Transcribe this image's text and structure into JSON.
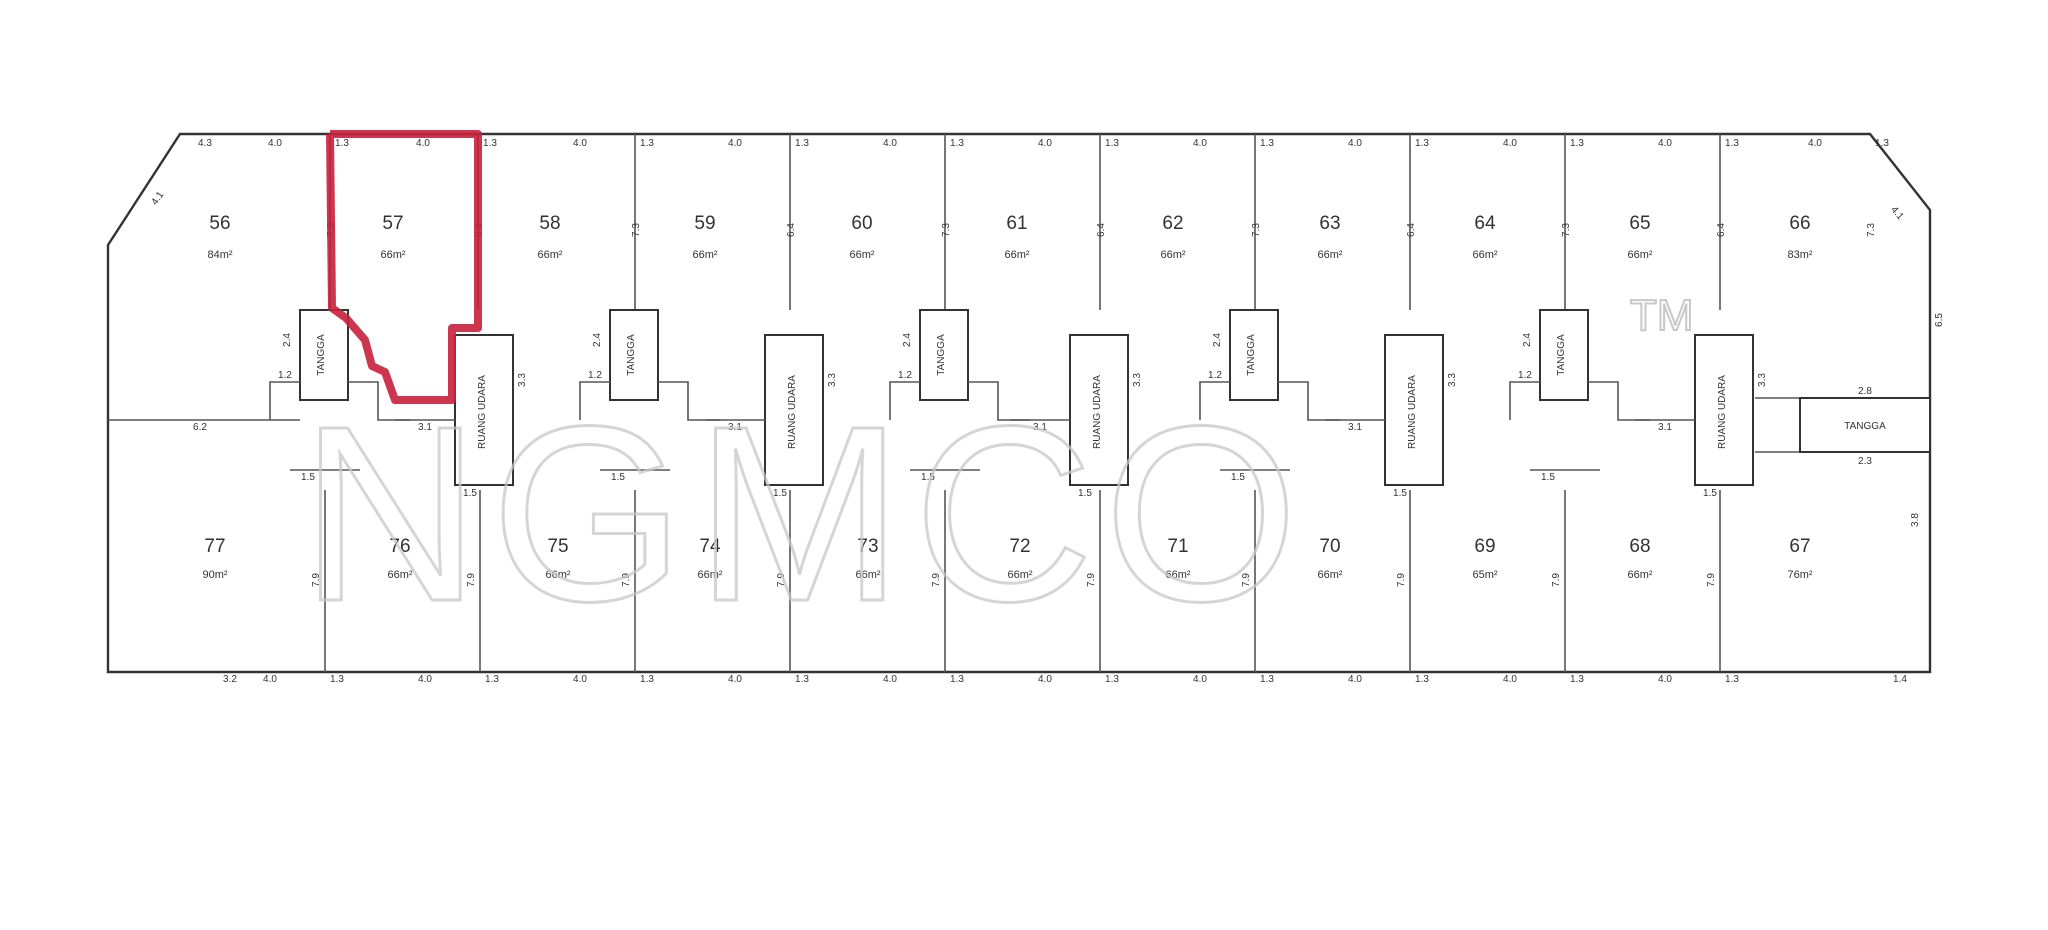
{
  "watermark": {
    "text": "NGMCO",
    "tm": "TM"
  },
  "highlight": {
    "unit": "57",
    "color": "#c8203c"
  },
  "top_units": [
    {
      "num": "56",
      "area": "84m²"
    },
    {
      "num": "57",
      "area": "66m²"
    },
    {
      "num": "58",
      "area": "66m²"
    },
    {
      "num": "59",
      "area": "66m²"
    },
    {
      "num": "60",
      "area": "66m²"
    },
    {
      "num": "61",
      "area": "66m²"
    },
    {
      "num": "62",
      "area": "66m²"
    },
    {
      "num": "63",
      "area": "66m²"
    },
    {
      "num": "64",
      "area": "66m²"
    },
    {
      "num": "65",
      "area": "66m²"
    },
    {
      "num": "66",
      "area": "83m²"
    }
  ],
  "bottom_units": [
    {
      "num": "77",
      "area": "90m²"
    },
    {
      "num": "76",
      "area": "66m²"
    },
    {
      "num": "75",
      "area": "66m²"
    },
    {
      "num": "74",
      "area": "66m²"
    },
    {
      "num": "73",
      "area": "66m²"
    },
    {
      "num": "72",
      "area": "66m²"
    },
    {
      "num": "71",
      "area": "66m²"
    },
    {
      "num": "70",
      "area": "66m²"
    },
    {
      "num": "69",
      "area": "65m²"
    },
    {
      "num": "68",
      "area": "66m²"
    },
    {
      "num": "67",
      "area": "76m²"
    }
  ],
  "labels": {
    "stairs": "TANGGA",
    "air_well": "RUANG UDARA"
  },
  "dimensions": {
    "unit_width": "4.0",
    "column": "1.3",
    "pillar": "1.4",
    "wall_depth_top": "7.3",
    "wall_depth_alt": "6.4",
    "bottom_depth": "7.9",
    "corridor": "3.1",
    "stair_width": "2.4",
    "air_well_depth": "3.3",
    "step": "1.2",
    "core": "1.5",
    "corner": "4.1",
    "right_wall": "6.5",
    "right_bottom": "3.8",
    "stair_top": "2.8",
    "stair_bottom": "2.3",
    "left_top": "4.3",
    "left_mid": "6.2",
    "left_bottom": "3.2"
  }
}
